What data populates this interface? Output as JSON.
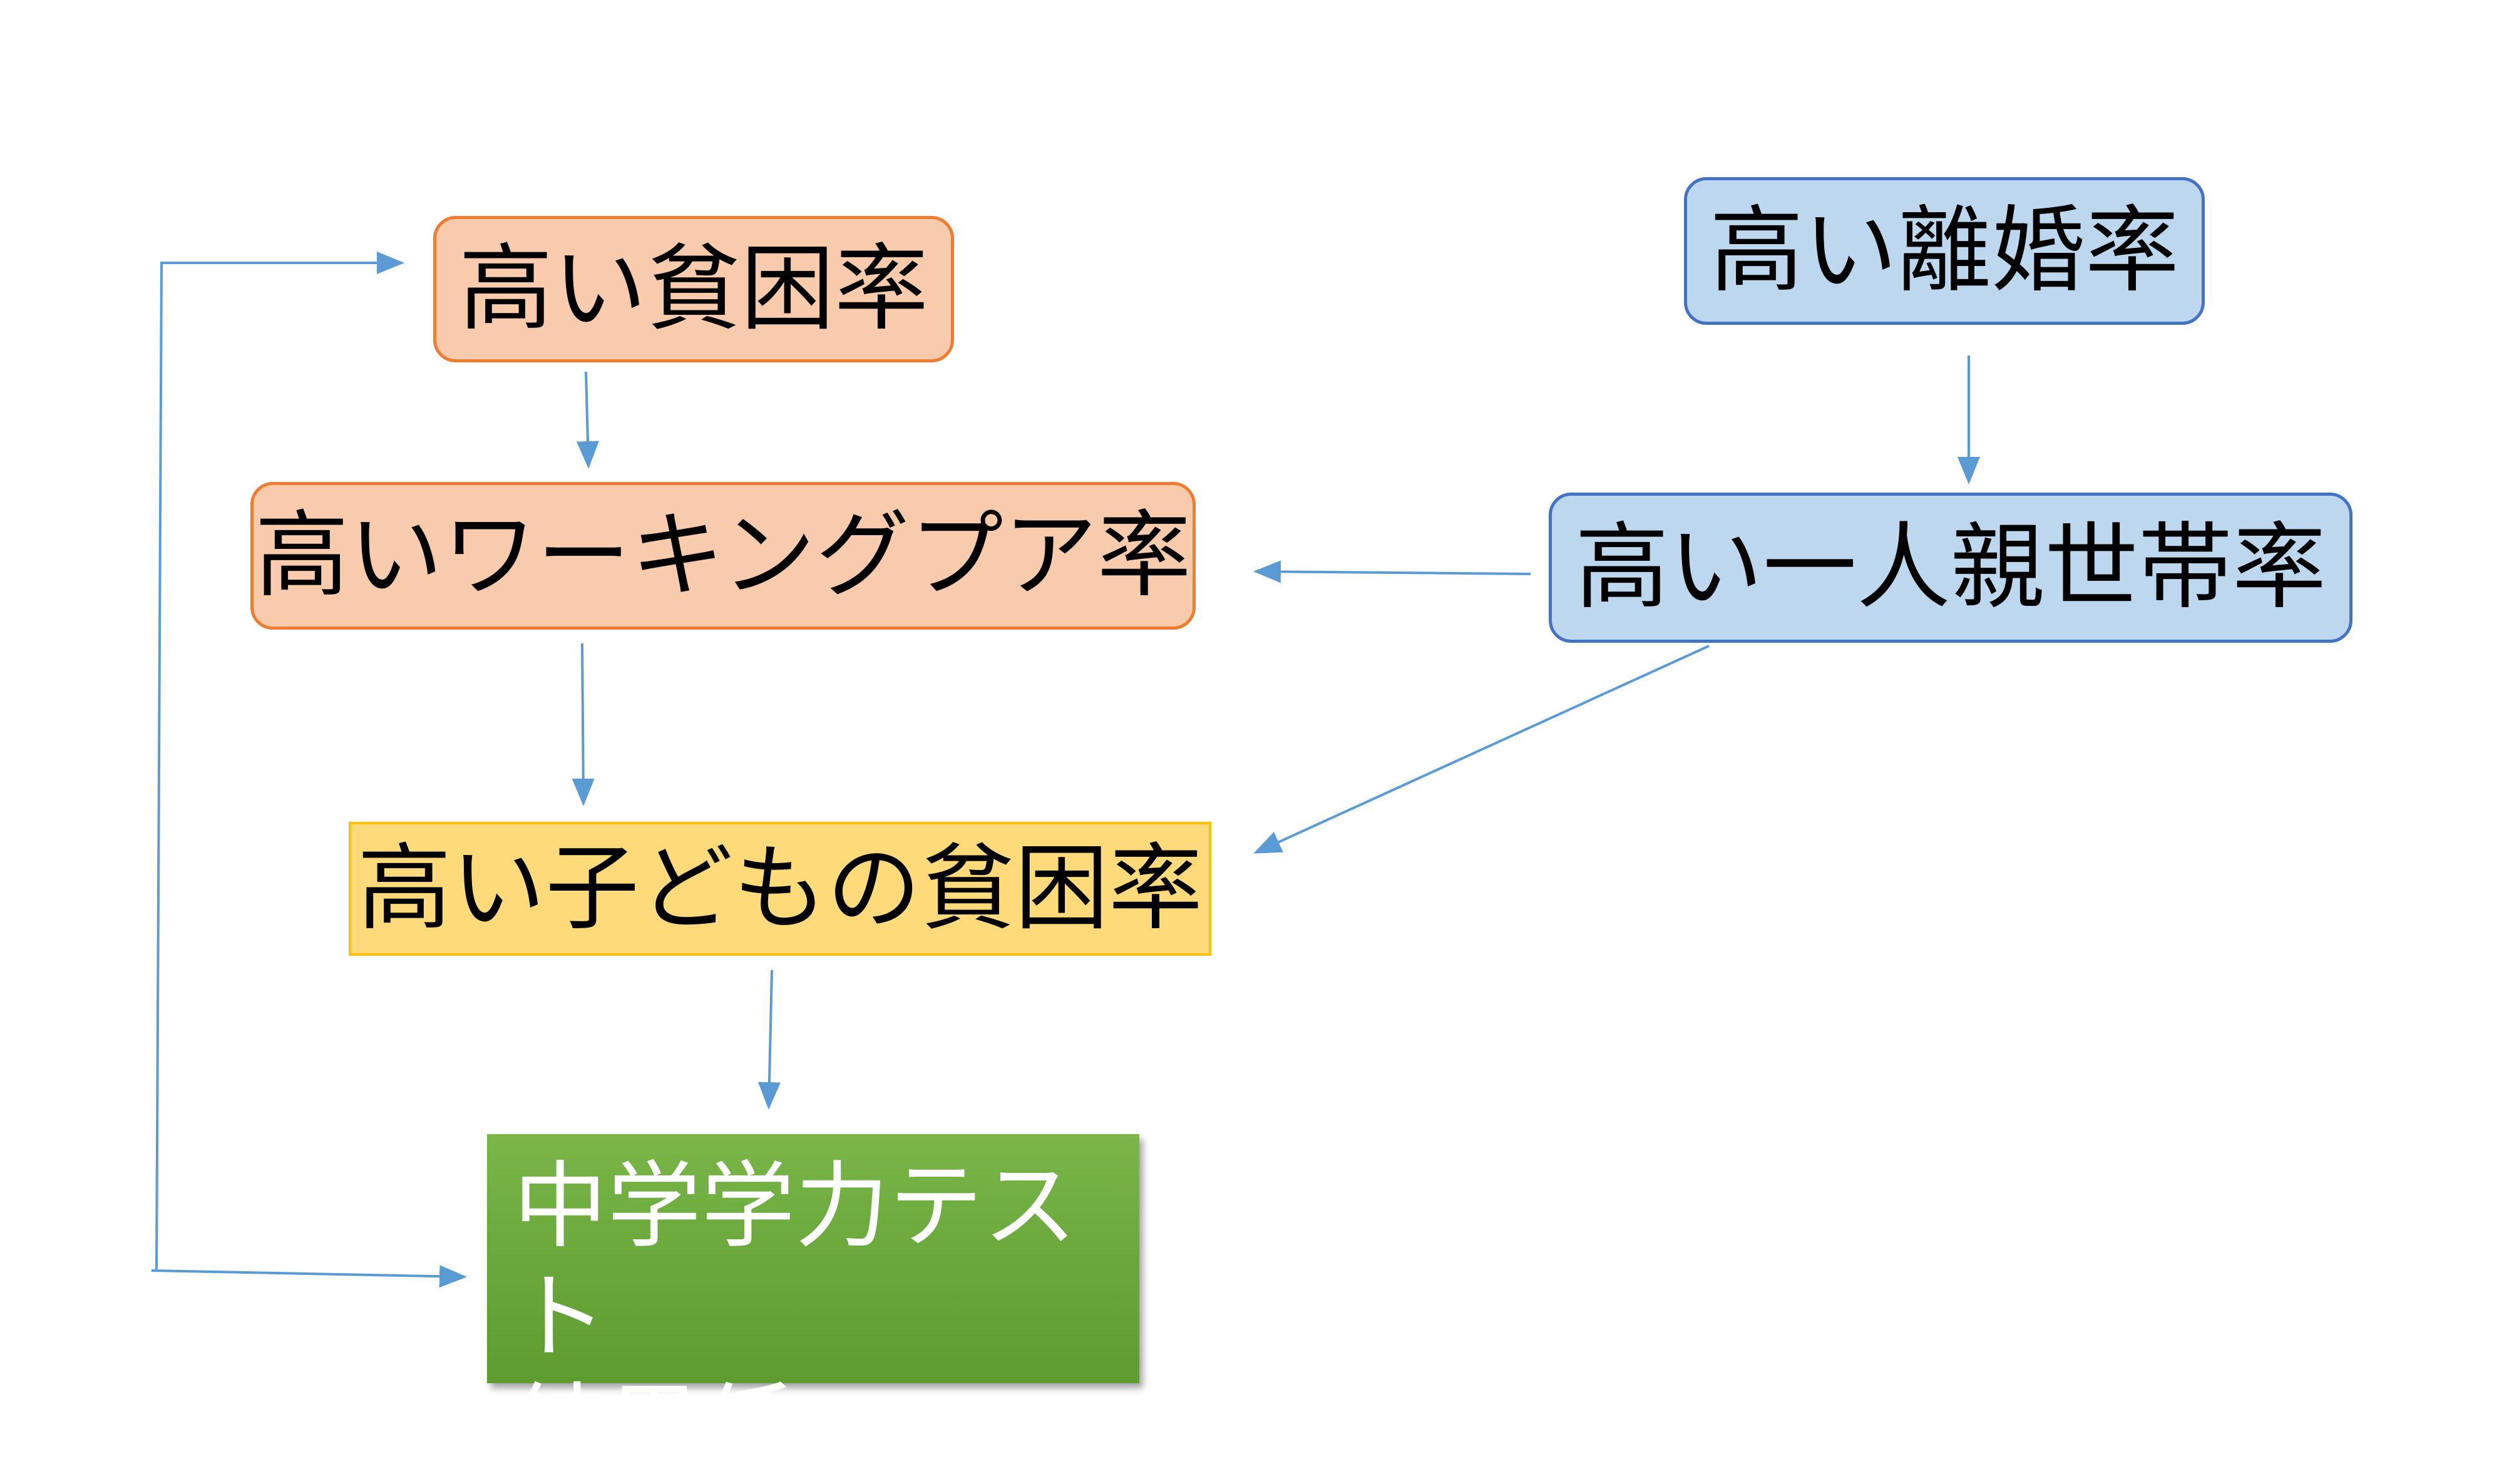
{
  "nodes": {
    "poverty": "高い貧困率",
    "working_poor": "高いワーキングプア率",
    "child_poverty": "高い子どもの貧困率",
    "test_results_line1": "中学学力テスト",
    "test_results_line2": "結果低",
    "divorce": "高い離婚率",
    "single_parent": "高い一人親世帯率"
  },
  "colors": {
    "arrow": "#5b9bd5",
    "orange_fill": "#f8cbad",
    "orange_border": "#ed7d31",
    "blue_fill": "#bdd7ee",
    "blue_border": "#4472c4",
    "yellow_fill": "#ffda7a",
    "green_fill": "#70ad47"
  }
}
